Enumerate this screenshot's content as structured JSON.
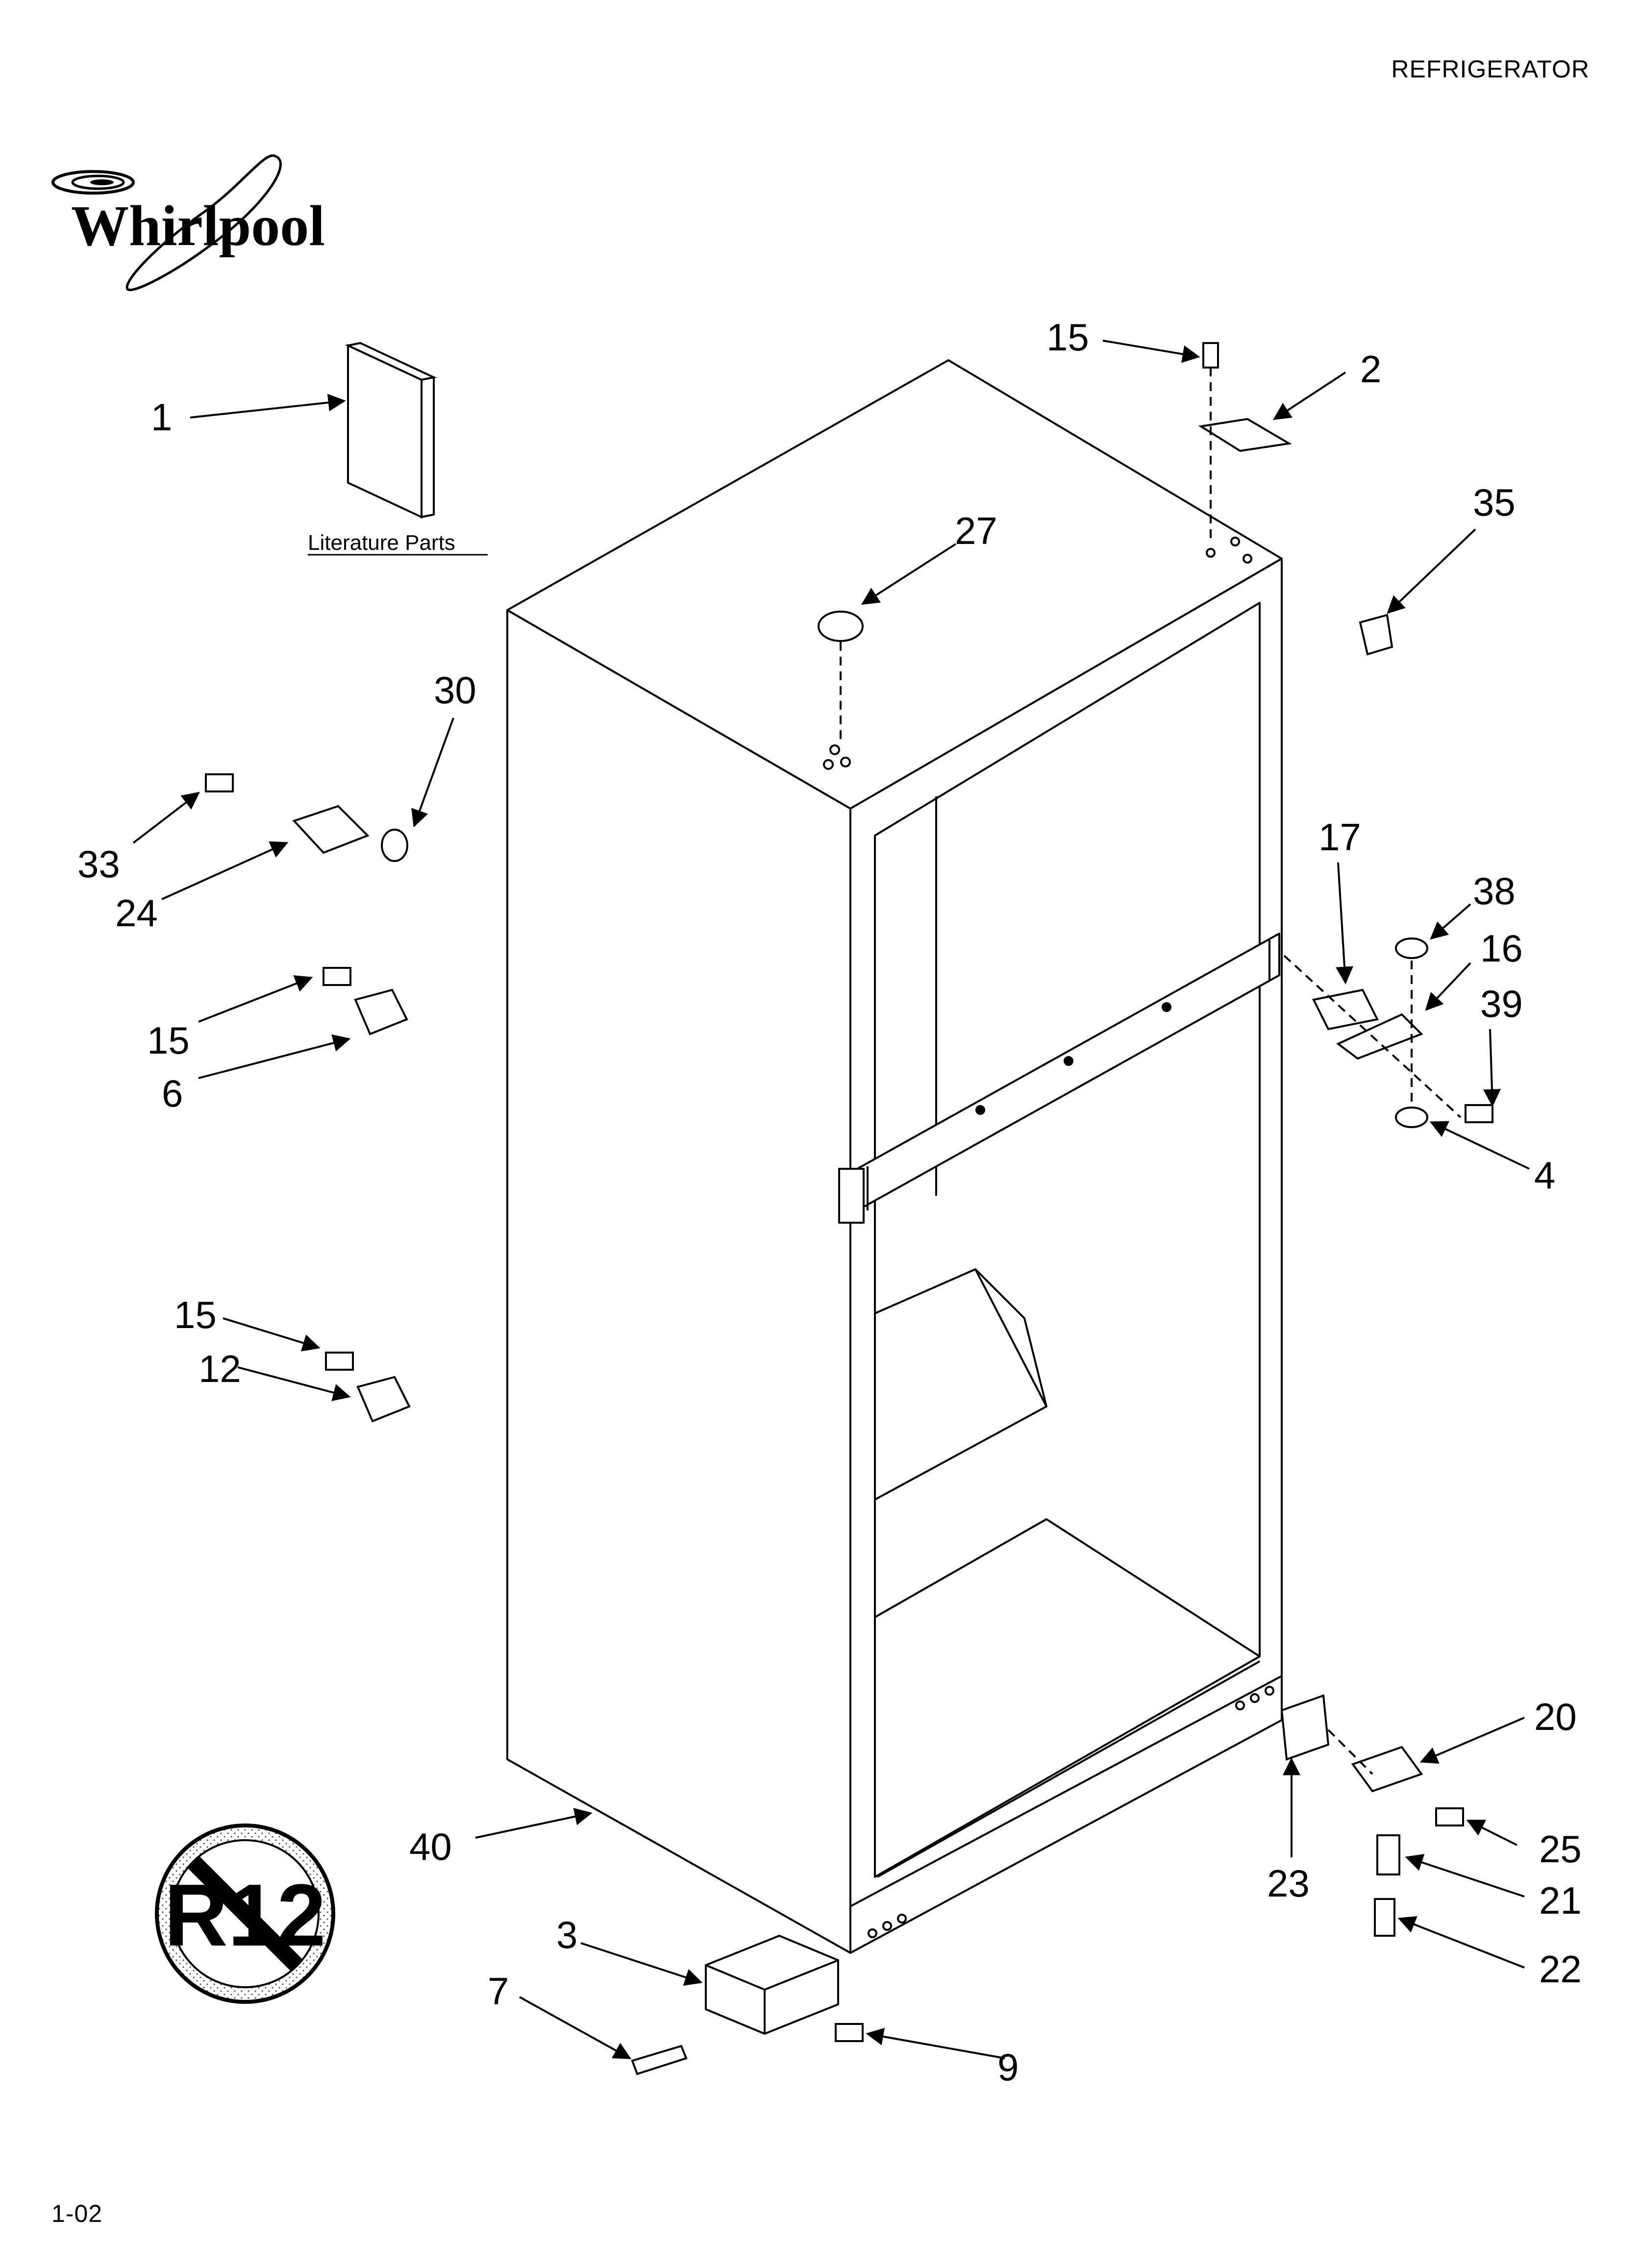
{
  "header": {
    "title": "REFRIGERATOR"
  },
  "brand": {
    "logo_text": "Whirlpool",
    "logo_icon": "whirlpool-swirl-logo"
  },
  "literature": {
    "label": "Literature Parts"
  },
  "badge": {
    "text": "R12",
    "icon": "no-r12-refrigerant-badge"
  },
  "footer": {
    "code": "1-02"
  },
  "callouts": [
    {
      "id": "c1",
      "label": "1"
    },
    {
      "id": "c15a",
      "label": "15"
    },
    {
      "id": "c2",
      "label": "2"
    },
    {
      "id": "c35",
      "label": "35"
    },
    {
      "id": "c27",
      "label": "27"
    },
    {
      "id": "c30",
      "label": "30"
    },
    {
      "id": "c33",
      "label": "33"
    },
    {
      "id": "c24",
      "label": "24"
    },
    {
      "id": "c15b",
      "label": "15"
    },
    {
      "id": "c6",
      "label": "6"
    },
    {
      "id": "c17",
      "label": "17"
    },
    {
      "id": "c38",
      "label": "38"
    },
    {
      "id": "c16",
      "label": "16"
    },
    {
      "id": "c39",
      "label": "39"
    },
    {
      "id": "c4",
      "label": "4"
    },
    {
      "id": "c15c",
      "label": "15"
    },
    {
      "id": "c12",
      "label": "12"
    },
    {
      "id": "c20",
      "label": "20"
    },
    {
      "id": "c25",
      "label": "25"
    },
    {
      "id": "c23",
      "label": "23"
    },
    {
      "id": "c21",
      "label": "21"
    },
    {
      "id": "c22",
      "label": "22"
    },
    {
      "id": "c40",
      "label": "40"
    },
    {
      "id": "c3",
      "label": "3"
    },
    {
      "id": "c7",
      "label": "7"
    },
    {
      "id": "c9",
      "label": "9"
    }
  ]
}
